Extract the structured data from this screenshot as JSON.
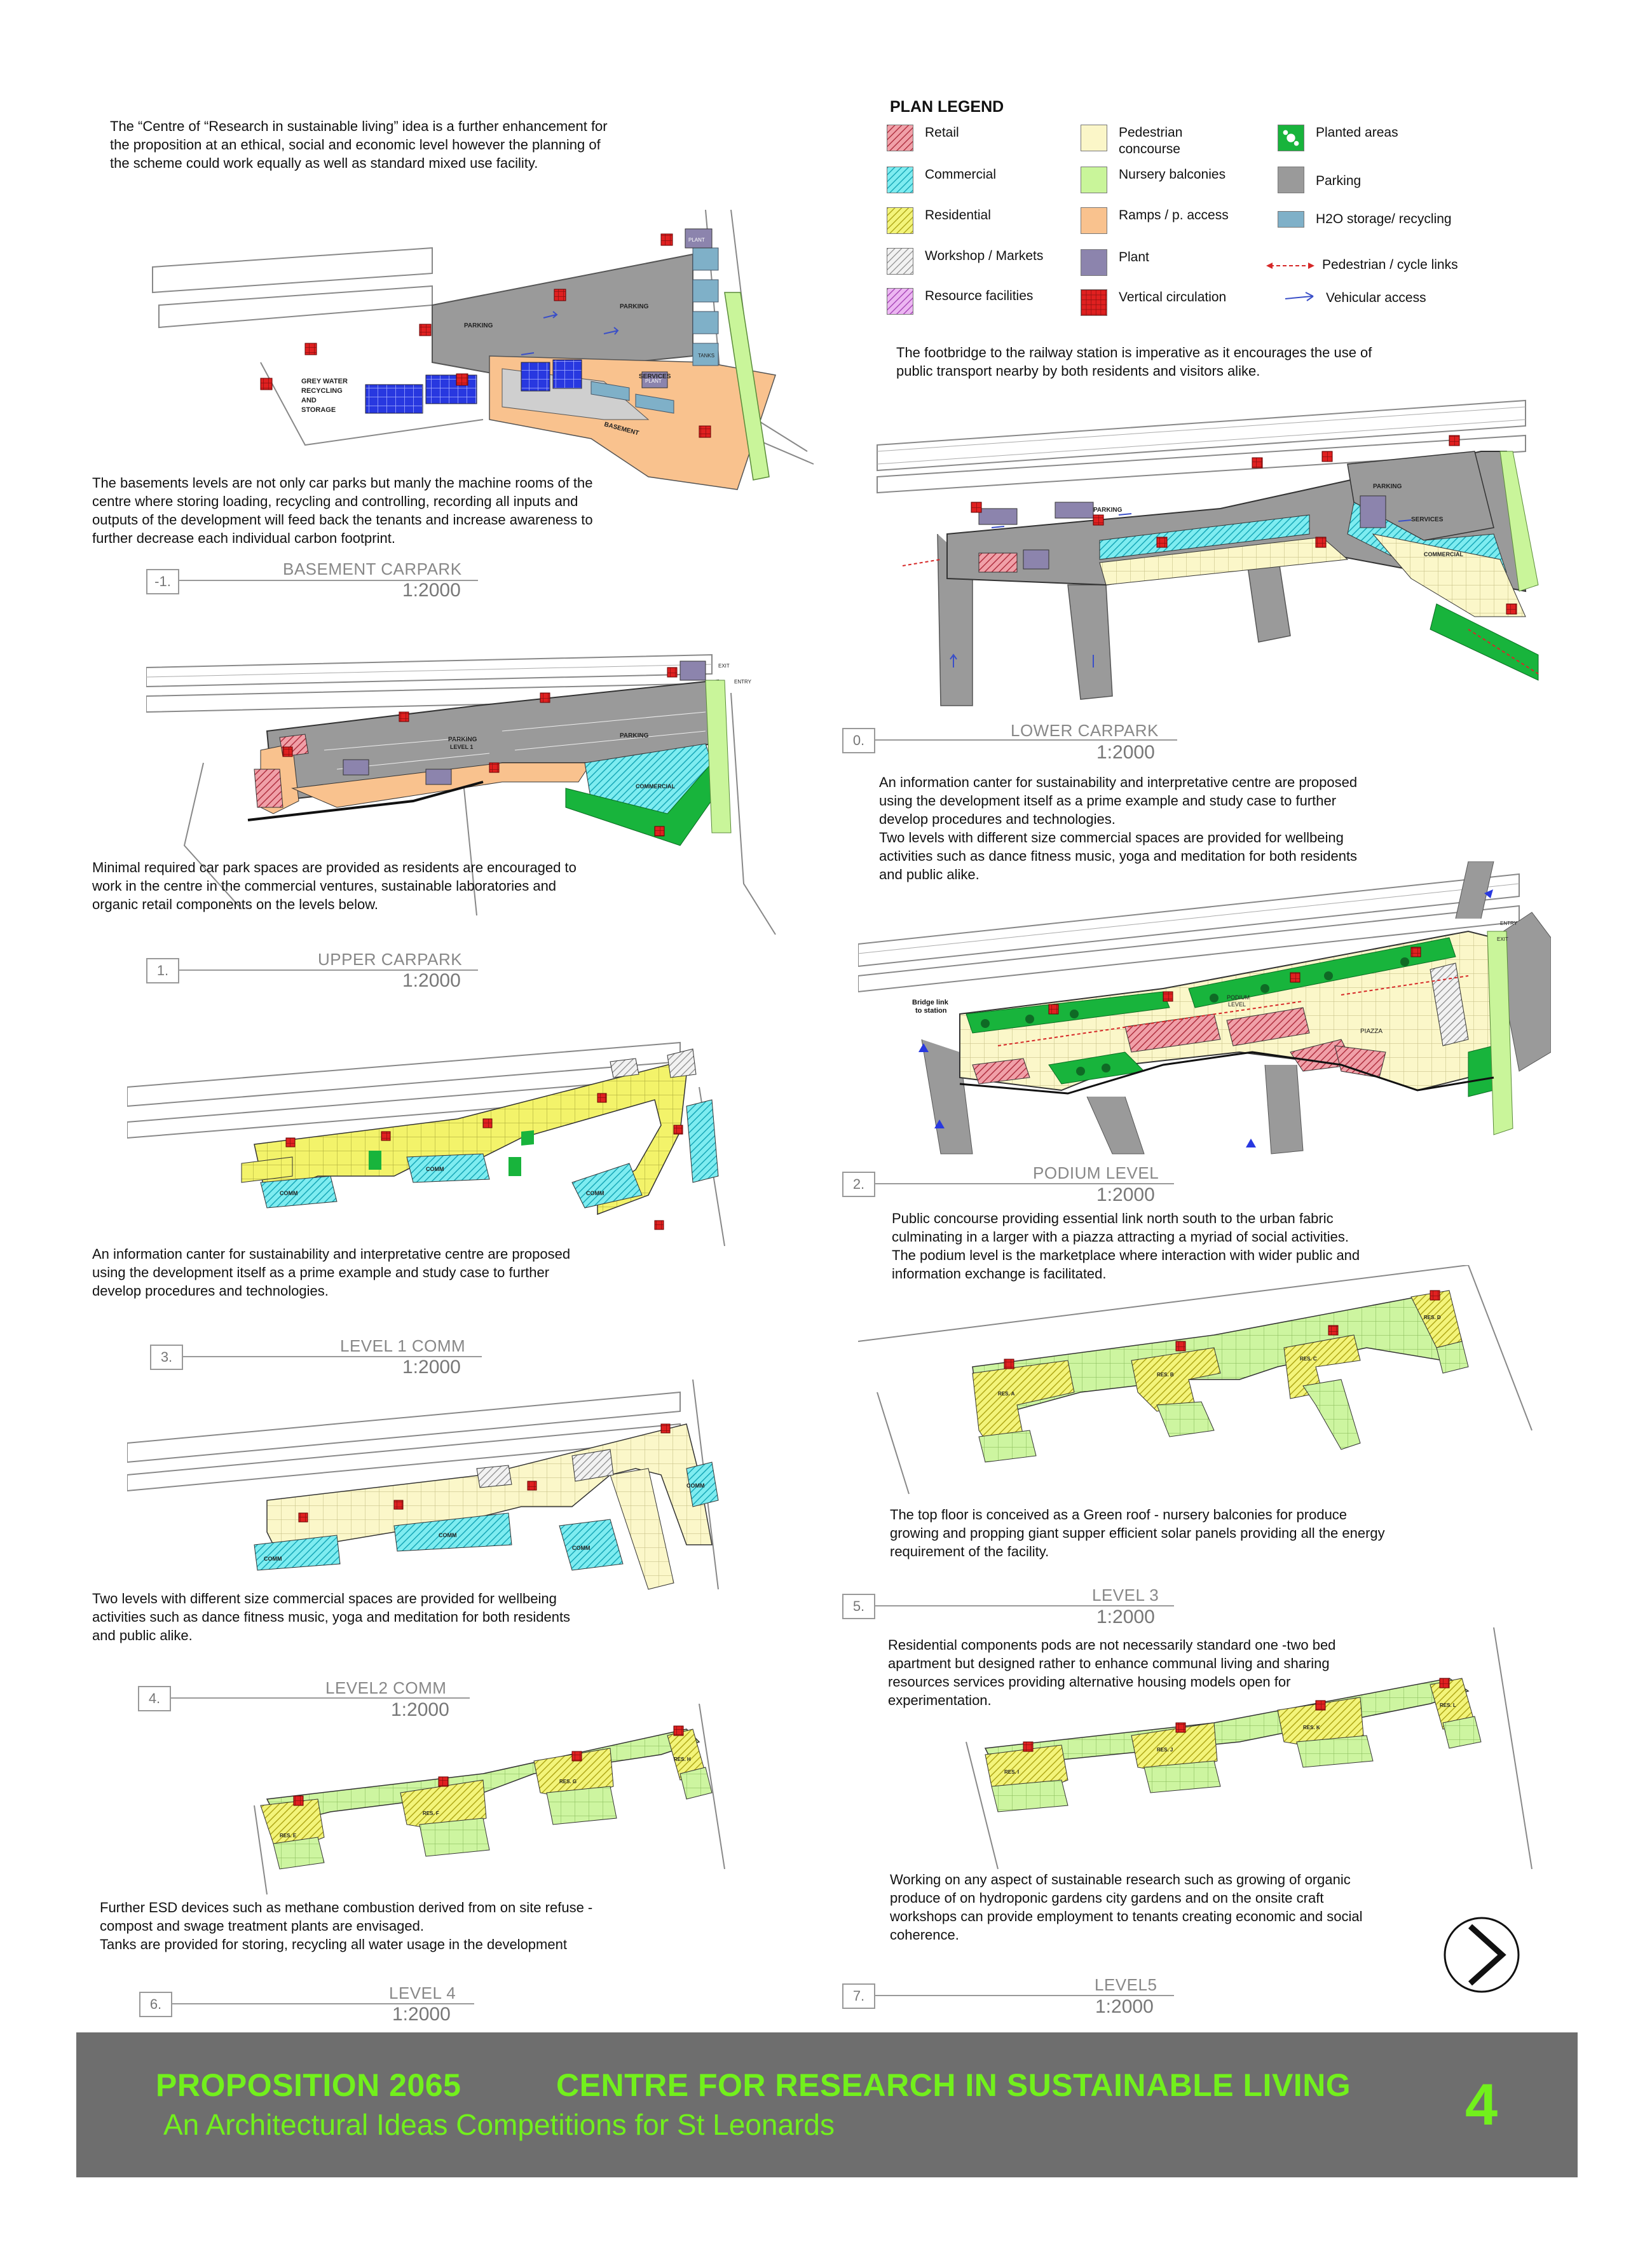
{
  "legend": {
    "title": "PLAN  LEGEND",
    "items": [
      {
        "label": "Retail",
        "color": "#d96b78",
        "pattern": "hatch"
      },
      {
        "label": "Commercial",
        "color": "#36d8e0",
        "pattern": "hatch"
      },
      {
        "label": "Residential",
        "color": "#e6ea44",
        "pattern": "hatch"
      },
      {
        "label": "Workshop / Markets",
        "color": "#cfcfcf",
        "pattern": "hatch"
      },
      {
        "label": "Resource facilities",
        "color": "#d58ae0",
        "pattern": "hatch"
      },
      {
        "label": "Pedestrian\nconcourse",
        "color": "#fbf6c8",
        "pattern": "solid"
      },
      {
        "label": "Nursery balconies",
        "color": "#c9f59a",
        "pattern": "solid"
      },
      {
        "label": "Ramps / p. access",
        "color": "#f9c28e",
        "pattern": "solid"
      },
      {
        "label": "Plant",
        "color": "#8c84ad",
        "pattern": "solid"
      },
      {
        "label": "Vertical circulation",
        "color": "#e02020",
        "pattern": "grid"
      },
      {
        "label": "Planted areas",
        "color": "#18b43c",
        "pattern": "planted"
      },
      {
        "label": "Parking",
        "color": "#9a9a9a",
        "pattern": "solid"
      },
      {
        "label": "H2O storage/ recycling",
        "color": "#7fb0c8",
        "pattern": "solid"
      },
      {
        "label": "Pedestrian / cycle links",
        "color": "#d62828",
        "pattern": "arrow-both"
      },
      {
        "label": "Vehicular access",
        "color": "#3a4fc8",
        "pattern": "arrow"
      }
    ]
  },
  "texts": {
    "intro": [
      "The “Centre of “Research in sustainable living” idea is a further enhancement for",
      "the proposition at an ethical,  social and economic level however the planning of",
      "the scheme could work equally as well as standard mixed use facility."
    ],
    "basement": [
      "The basements levels are not only car parks but manly the machine rooms of the",
      "centre  where storing  loading, recycling and controlling,  recording all inputs and",
      "outputs of the development will feed back the tenants and increase awareness to",
      "further decrease each individual carbon footprint."
    ],
    "footbridge": [
      "The footbridge to the railway station is imperative as it encourages the use of",
      "public transport nearby by both residents and visitors alike."
    ],
    "carpark": [
      "Minimal required car park spaces are provided as residents are encouraged to",
      "work in the centre in the commercial ventures, sustainable laboratories and",
      "organic retail components on the levels below."
    ],
    "info_right": [
      "An information canter for sustainability and interpretative centre are proposed",
      "using the development itself as a prime example and study case to further",
      "develop procedures and technologies.",
      "Two levels with different size commercial spaces are provided for wellbeing",
      "activities such as dance fitness music, yoga and meditation for both residents",
      "and public alike."
    ],
    "info_left": [
      "An information canter for sustainability and interpretative centre are proposed",
      "using the development itself as a prime example and study case to further",
      "develop procedures and technologies."
    ],
    "public": [
      "Public concourse providing essential link north south to the urban fabric",
      "culminating in a larger with a piazza attracting a myriad of social activities.",
      "The podium level is the marketplace where interaction with wider public and",
      "information exchange is facilitated."
    ],
    "green": [
      "The top floor is conceived as a Green roof - nursery balconies for produce",
      "growing and propping giant supper efficient solar panels providing all the energy",
      "requirement of the facility."
    ],
    "twolevels": [
      "Two levels with different size commercial spaces are provided for wellbeing",
      "activities such as dance fitness music, yoga and meditation for both residents",
      "and public alike."
    ],
    "residential": [
      "Residential components pods are not necessarily standard one -two bed",
      "apartment but designed rather to enhance communal living and sharing",
      "resources services providing alternative housing models open for",
      "experimentation."
    ],
    "esd": [
      "Further ESD devices such as methane combustion derived from on site refuse -",
      "compost and swage treatment plants are envisaged.",
      "Tanks are provided for storing, recycling all water usage in the development"
    ],
    "research": [
      "Working on any aspect of sustainable research such as growing of organic",
      "produce of on hydroponic gardens city gardens and on the onsite craft",
      "workshops can provide employment to tenants creating economic and social",
      "coherence."
    ]
  },
  "drawings": [
    {
      "num": "-1.",
      "name": "BASEMENT CARPARK",
      "scale": "1:2000"
    },
    {
      "num": "0.",
      "name": "LOWER CARPARK",
      "scale": "1:2000"
    },
    {
      "num": "1.",
      "name": "UPPER CARPARK",
      "scale": "1:2000"
    },
    {
      "num": "2.",
      "name": "PODIUM LEVEL",
      "scale": "1:2000"
    },
    {
      "num": "3.",
      "name": "LEVEL 1 COMM",
      "scale": "1:2000"
    },
    {
      "num": "5.",
      "name": "LEVEL 3",
      "scale": "1:2000"
    },
    {
      "num": "4.",
      "name": "LEVEL2  COMM",
      "scale": "1:2000"
    },
    {
      "num": "6.",
      "name": "LEVEL 4",
      "scale": "1:2000"
    },
    {
      "num": "7.",
      "name": "LEVEL5",
      "scale": "1:2000"
    }
  ],
  "plan_labels": {
    "basement": [
      "PARKING",
      "PARKING",
      "SERVICES",
      "BASEMENT",
      "GREY WATER",
      "RECYCLING",
      "AND",
      "STORAGE",
      "PLANT",
      "PLANT",
      "TANKS"
    ],
    "lower": [
      "PARKING",
      "PARKING",
      "SERVICES",
      "COMMERCIAL"
    ],
    "upper": [
      "PARKING",
      "LEVEL 1",
      "PARKING",
      "COMMERCIAL",
      "EXIT",
      "ENTRY"
    ],
    "podium": [
      "Bridge link",
      "to station",
      "PODIUM",
      "LEVEL",
      "PIAZZA",
      "ENTRY",
      "EXIT"
    ],
    "level1": [
      "COMM",
      "COMM",
      "COMM"
    ],
    "level2": [
      "COMM",
      "COMM",
      "COMM",
      "COMM"
    ],
    "level3": [
      "RES. A",
      "RES. B",
      "RES. C",
      "RES. D"
    ],
    "level4": [
      "RES. E",
      "RES. F",
      "RES. G",
      "RES. H"
    ],
    "level5": [
      "RES. I",
      "RES. J",
      "RES. K",
      "RES. L"
    ]
  },
  "footer": {
    "proposition": "PROPOSITION 2065",
    "title": "CENTRE FOR RESEARCH IN SUSTAINABLE LIVING",
    "subtitle": "An Architectural Ideas Competitions for St Leonards",
    "page": "4"
  }
}
